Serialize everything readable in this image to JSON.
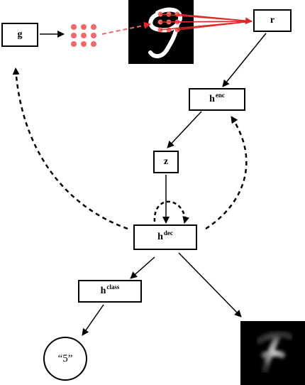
{
  "nodes": {
    "g": {
      "base": "g"
    },
    "r": {
      "base": "r"
    },
    "h_enc": {
      "base": "h",
      "sup": "enc"
    },
    "z": {
      "base": "z"
    },
    "h_dec": {
      "base": "h",
      "sup": "dec"
    },
    "h_class": {
      "base": "h",
      "sup": "class"
    },
    "output_class": {
      "text": "“5”"
    }
  },
  "colors": {
    "glimpse": "#f06a6a",
    "read_arrows": "#e02828",
    "edges": "#000000"
  }
}
